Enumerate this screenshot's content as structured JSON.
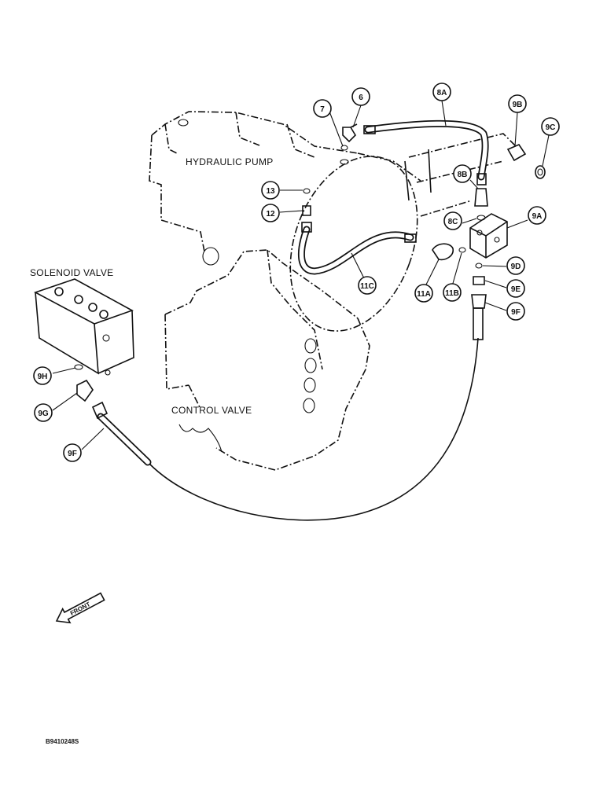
{
  "labels": {
    "hydraulic_pump": "HYDRAULIC PUMP",
    "solenoid_valve": "SOLENOID VALVE",
    "control_valve": "CONTROL VALVE",
    "front": "FRONT",
    "drawing_number": "B9410248S"
  },
  "callouts": {
    "c6": "6",
    "c7": "7",
    "c8a": "8A",
    "c8b": "8B",
    "c8c": "8C",
    "c9a": "9A",
    "c9b": "9B",
    "c9c": "9C",
    "c9d": "9D",
    "c9e": "9E",
    "c9f_right": "9F",
    "c9f_left": "9F",
    "c9g": "9G",
    "c9h": "9H",
    "c11a": "11A",
    "c11b": "11B",
    "c11c": "11C",
    "c12": "12",
    "c13": "13"
  }
}
